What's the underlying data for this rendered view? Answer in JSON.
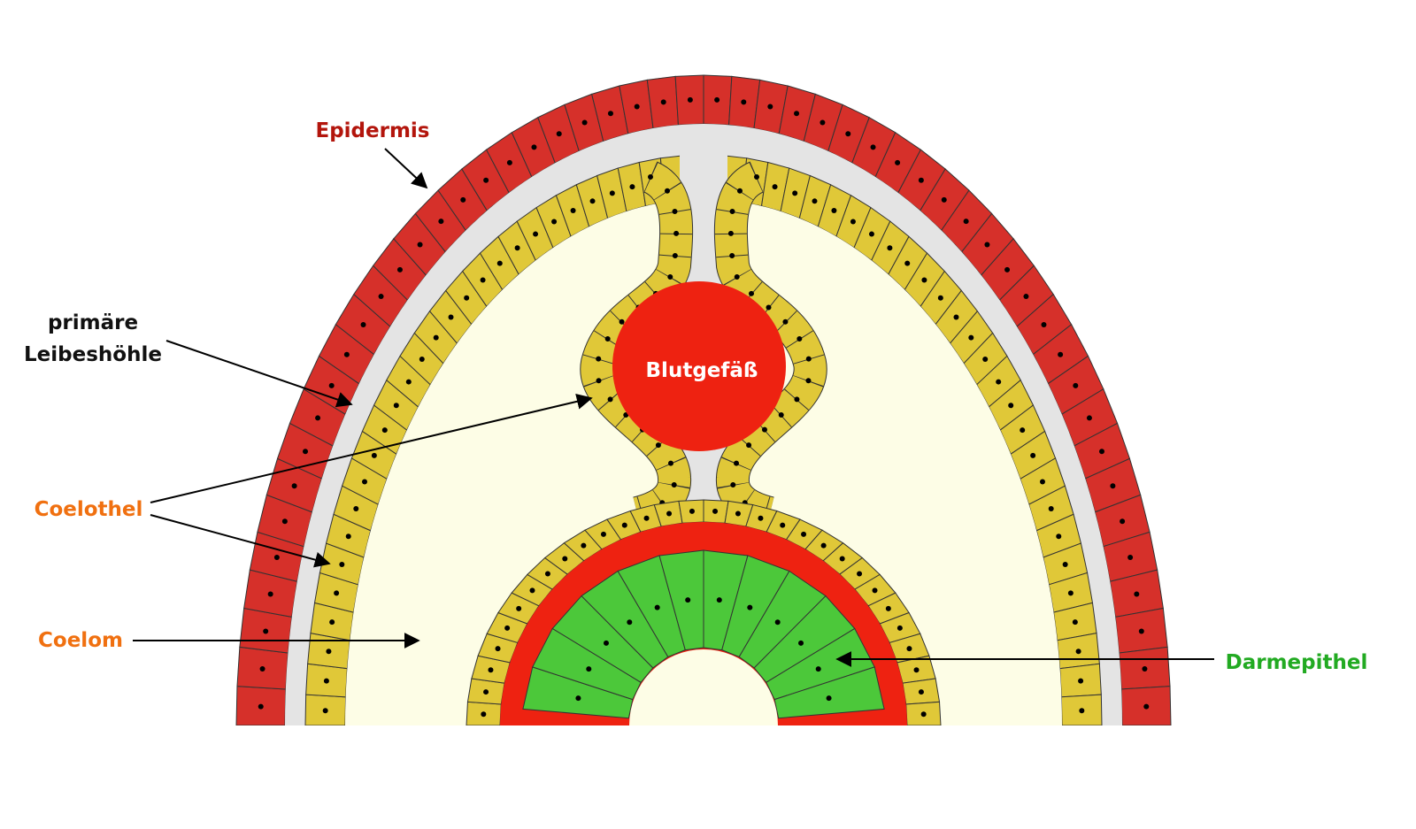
{
  "labels": {
    "epidermis": "Epidermis",
    "primary_cavity_line1": "primäre",
    "primary_cavity_line2": "Leibeshöhle",
    "coelothel": "Coelothel",
    "coelom": "Coelom",
    "gut_epithelium": "Darmepithel",
    "blood_vessel": "Blutgefäß"
  },
  "colors": {
    "epidermis": "#d6302a",
    "coelothel": "#e0c838",
    "blood": "#ee2211",
    "gut": "#4cc83a",
    "primary_cavity": "#e4e4e4",
    "coelom": "#fdfde6",
    "label_epidermis": "#b3150c",
    "label_orange": "#f07010",
    "label_green": "#22aa22",
    "label_black": "#111111"
  }
}
